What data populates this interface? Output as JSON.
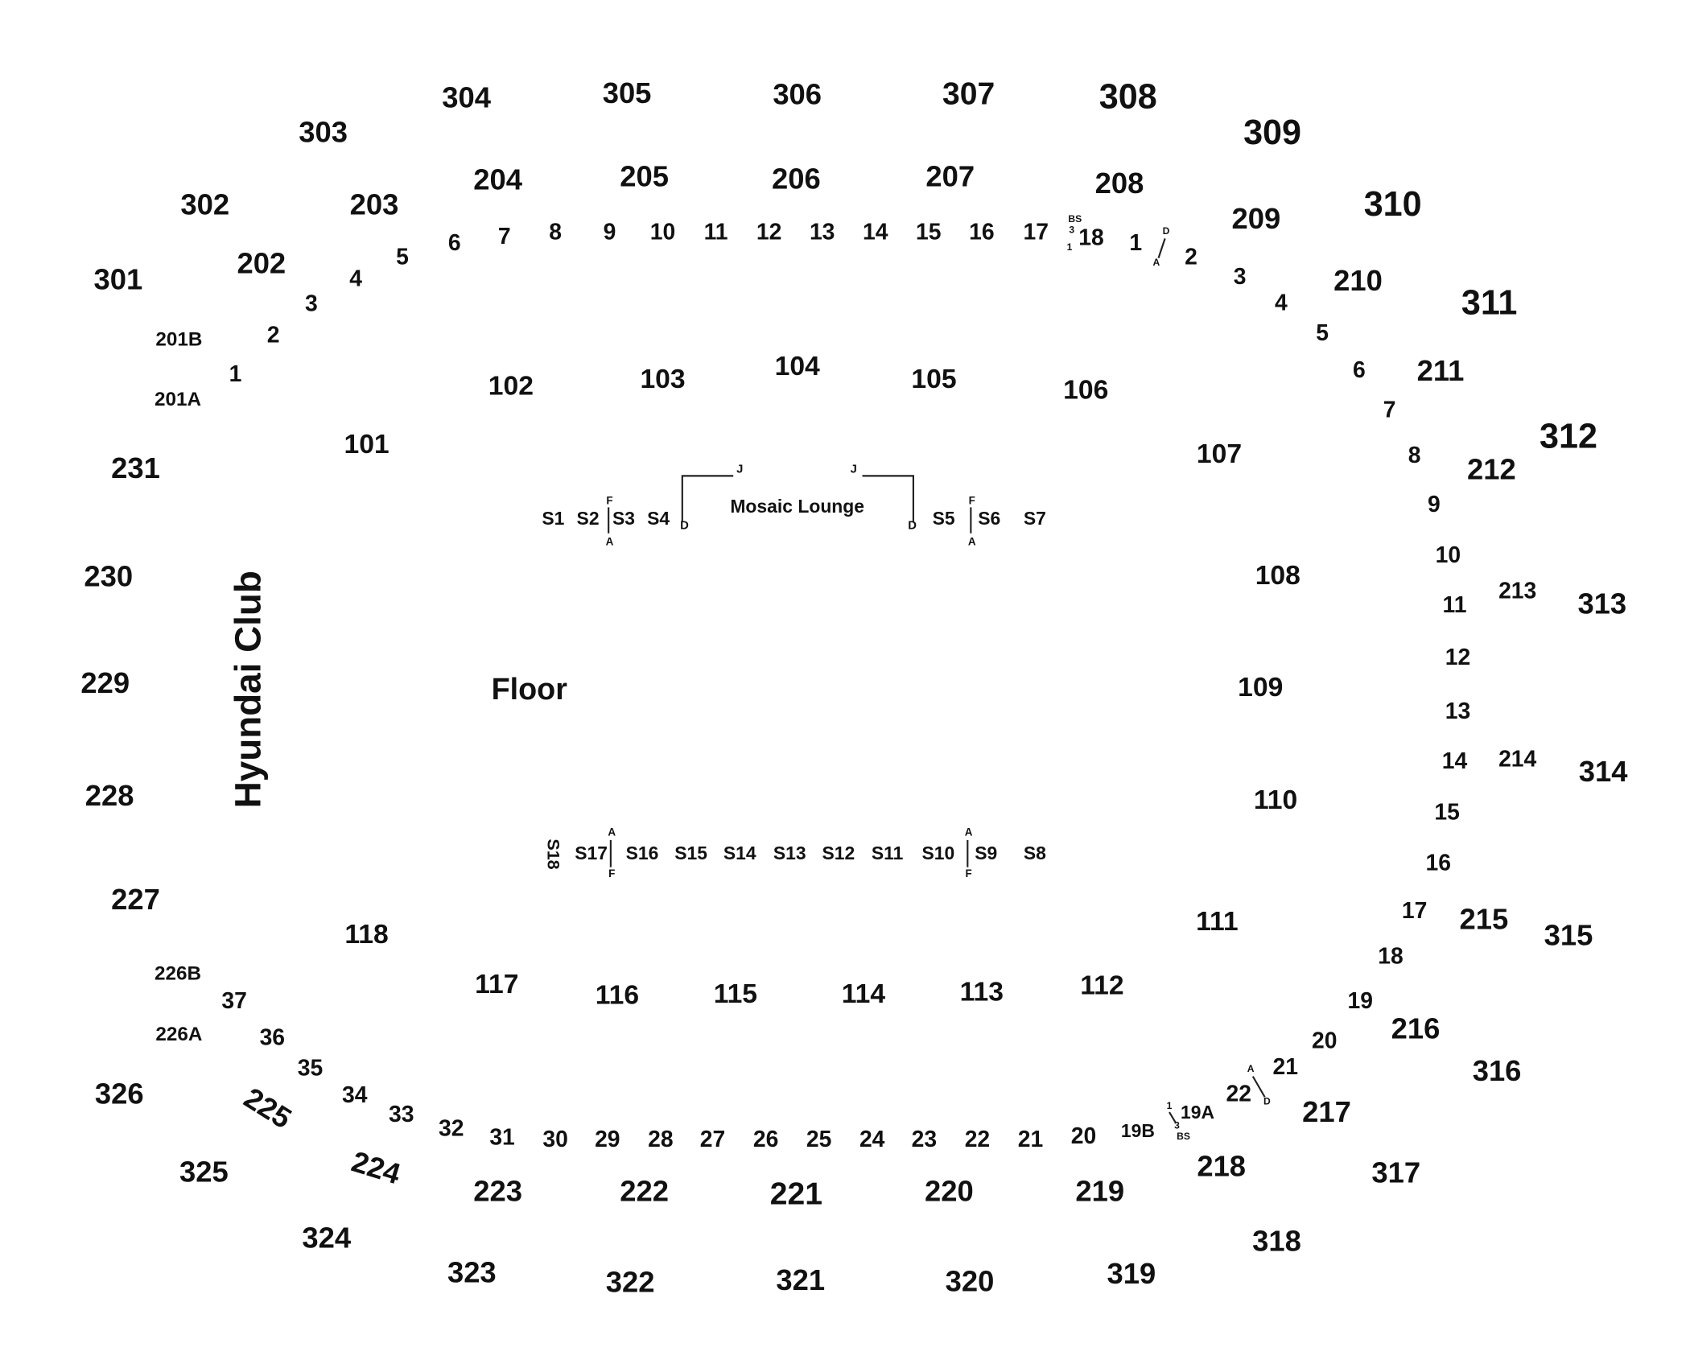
{
  "labels": {
    "hyundai_club": "Hyundai Club",
    "floor": "Floor",
    "mosaic_lounge": "Mosaic Lounge"
  },
  "colors": {
    "text": "#111111",
    "line": "#222222",
    "background": "#ffffff"
  },
  "sections_300": [
    "301",
    "302",
    "303",
    "304",
    "305",
    "306",
    "307",
    "308",
    "309",
    "310",
    "311",
    "312",
    "313",
    "314",
    "315",
    "316",
    "317",
    "318",
    "319",
    "320",
    "321",
    "322",
    "323",
    "324",
    "325",
    "326"
  ],
  "sections_200": [
    "201A",
    "201B",
    "202",
    "203",
    "204",
    "205",
    "206",
    "207",
    "208",
    "209",
    "210",
    "211",
    "212",
    "213",
    "214",
    "215",
    "216",
    "217",
    "218",
    "219",
    "220",
    "221",
    "222",
    "223",
    "224",
    "225",
    "226A",
    "226B",
    "227",
    "228",
    "229",
    "230",
    "231"
  ],
  "sections_100": [
    "101",
    "102",
    "103",
    "104",
    "105",
    "106",
    "107",
    "108",
    "109",
    "110",
    "111",
    "112",
    "113",
    "114",
    "115",
    "116",
    "117",
    "118"
  ],
  "suites_upper": [
    "1",
    "2",
    "3",
    "4",
    "5",
    "6",
    "7",
    "8",
    "9",
    "10",
    "11",
    "12",
    "13",
    "14",
    "15",
    "16",
    "17",
    "18"
  ],
  "suites_right_arc": [
    "1",
    "2",
    "3",
    "4",
    "5",
    "6",
    "7",
    "8",
    "9",
    "10",
    "11",
    "12",
    "13",
    "14",
    "15",
    "16",
    "17",
    "18",
    "19",
    "20",
    "21",
    "22"
  ],
  "suites_lower": [
    "19A",
    "19B",
    "20",
    "21",
    "22",
    "23",
    "24",
    "25",
    "26",
    "27",
    "28",
    "29",
    "30",
    "31",
    "32",
    "33",
    "34",
    "35",
    "36",
    "37"
  ],
  "floor_suites_top": [
    "S1",
    "S2",
    "S3",
    "S4",
    "S5",
    "S6",
    "S7"
  ],
  "floor_suites_bottom": [
    "S8",
    "S9",
    "S10",
    "S11",
    "S12",
    "S13",
    "S14",
    "S15",
    "S16",
    "S17",
    "S18"
  ],
  "row_markers": {
    "A": "A",
    "D": "D",
    "F": "F",
    "J": "J",
    "BS": "BS",
    "one": "1",
    "three": "3",
    "bar": "|"
  }
}
